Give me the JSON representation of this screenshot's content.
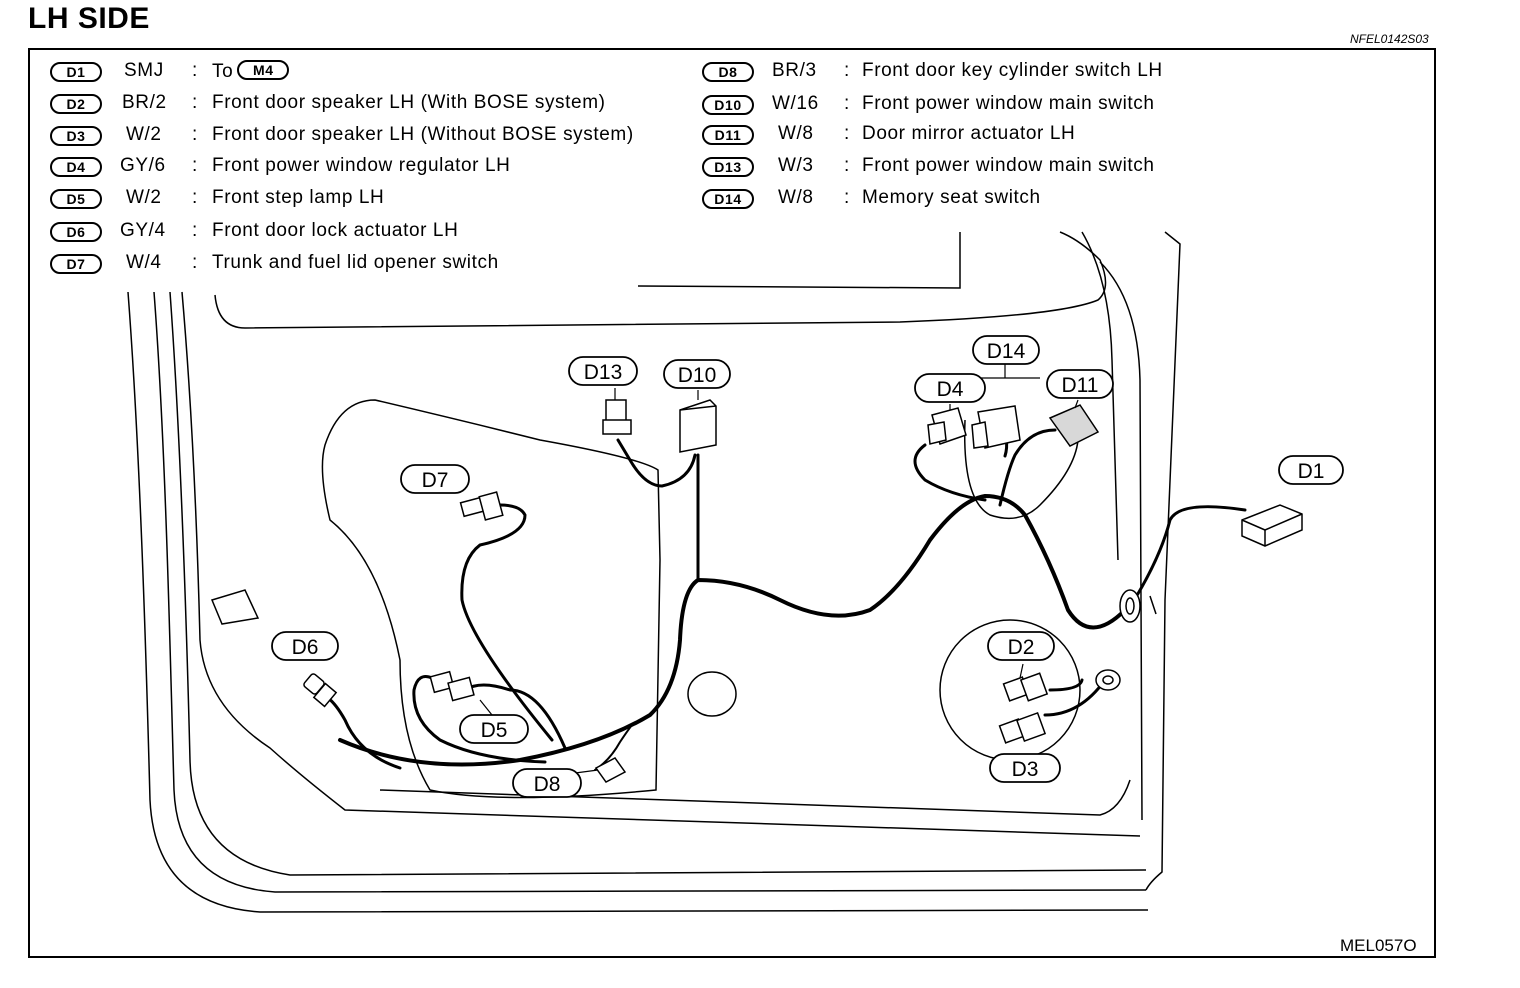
{
  "header": {
    "title": "LH SIDE",
    "reference_code": "NFEL0142S03",
    "figure_code": "MEL057O"
  },
  "legend": {
    "left": [
      {
        "id": "D1",
        "spec": "SMJ",
        "to_prefix": "To",
        "to_connector": "M4"
      },
      {
        "id": "D2",
        "spec": "BR/2",
        "desc": "Front door speaker LH (With BOSE system)"
      },
      {
        "id": "D3",
        "spec": "W/2",
        "desc": "Front door speaker LH (Without BOSE system)"
      },
      {
        "id": "D4",
        "spec": "GY/6",
        "desc": "Front power window regulator LH"
      },
      {
        "id": "D5",
        "spec": "W/2",
        "desc": "Front step lamp LH"
      },
      {
        "id": "D6",
        "spec": "GY/4",
        "desc": "Front door lock actuator LH"
      },
      {
        "id": "D7",
        "spec": "W/4",
        "desc": "Trunk and fuel lid opener switch"
      }
    ],
    "right": [
      {
        "id": "D8",
        "spec": "BR/3",
        "desc": "Front door key cylinder switch LH"
      },
      {
        "id": "D10",
        "spec": "W/16",
        "desc": "Front power window main switch"
      },
      {
        "id": "D11",
        "spec": "W/8",
        "desc": "Door mirror actuator LH"
      },
      {
        "id": "D13",
        "spec": "W/3",
        "desc": "Front power window main switch"
      },
      {
        "id": "D14",
        "spec": "W/8",
        "desc": "Memory seat switch"
      }
    ],
    "colon": ":"
  },
  "callouts": {
    "d1": "D1",
    "d2": "D2",
    "d3": "D3",
    "d4": "D4",
    "d5": "D5",
    "d6": "D6",
    "d7": "D7",
    "d8": "D8",
    "d10": "D10",
    "d11": "D11",
    "d13": "D13",
    "d14": "D14"
  }
}
